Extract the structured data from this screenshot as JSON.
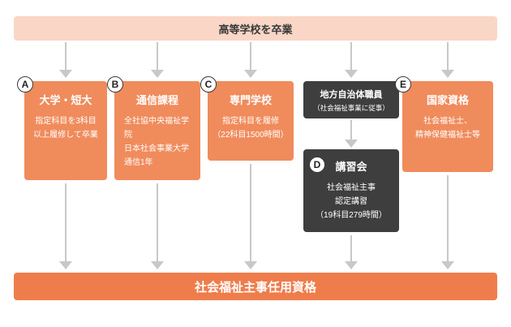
{
  "top_banner": {
    "label": "高等学校を卒業"
  },
  "bottom_banner": {
    "label": "社会福祉主事任用資格"
  },
  "nodes": {
    "a": {
      "badge": "A",
      "title": "大学・短大",
      "body": "指定科目を3科目\n以上履修して卒業"
    },
    "b": {
      "badge": "B",
      "title": "通信課程",
      "body": "全社協中央福祉学院\n日本社会事業大学\n通信1年"
    },
    "c": {
      "badge": "C",
      "title": "専門学校",
      "body": "指定科目を履修\n（22科目1500時間）"
    },
    "d_pre": {
      "title": "地方自治体職員",
      "subtitle": "（社会福祉事業に従事）"
    },
    "d": {
      "badge": "D",
      "title": "講習会",
      "body": "社会福祉主事\n認定講習\n（19科目279時間）"
    },
    "e": {
      "badge": "E",
      "title": "国家資格",
      "body": "社会福祉士、\n精神保健福祉士等"
    }
  },
  "colors": {
    "top_banner_bg": "#FAD6C6",
    "node_bg": "#F08B5C",
    "dark_node_bg": "#3E3E3E",
    "bottom_banner_bg": "#EF7D4B",
    "arrow": "#C8C8C8",
    "text_on_orange": "#FFFFFF",
    "badge_border": "#3A3A3A"
  }
}
